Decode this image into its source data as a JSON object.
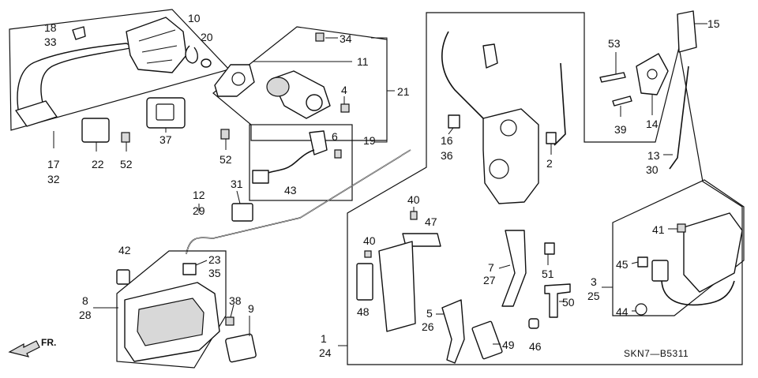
{
  "diagram_code": "SKN7—B5311",
  "direction_label": "FR.",
  "part_numbers": {
    "p1": "1",
    "p2": "2",
    "p3": "3",
    "p4": "4",
    "p5": "5",
    "p6": "6",
    "p7": "7",
    "p8": "8",
    "p9": "9",
    "p10": "10",
    "p11": "11",
    "p12": "12",
    "p13": "13",
    "p14": "14",
    "p15": "15",
    "p16": "16",
    "p17": "17",
    "p18": "18",
    "p19": "19",
    "p20": "20",
    "p21": "21",
    "p22": "22",
    "p23": "23",
    "p24": "24",
    "p25": "25",
    "p26": "26",
    "p27": "27",
    "p28": "28",
    "p29": "29",
    "p30": "30",
    "p31": "31",
    "p32": "32",
    "p33": "33",
    "p34": "34",
    "p35": "35",
    "p36": "36",
    "p37": "37",
    "p38": "38",
    "p39": "39",
    "p40": "40",
    "p41": "41",
    "p42": "42",
    "p43": "43",
    "p44": "44",
    "p45": "45",
    "p46": "46",
    "p47": "47",
    "p48": "48",
    "p49": "49",
    "p50": "50",
    "p51": "51",
    "p52": "52",
    "p53": "53"
  },
  "colors": {
    "line": "#111111",
    "fill": "#ffffff",
    "shade": "#d8d8d8"
  }
}
